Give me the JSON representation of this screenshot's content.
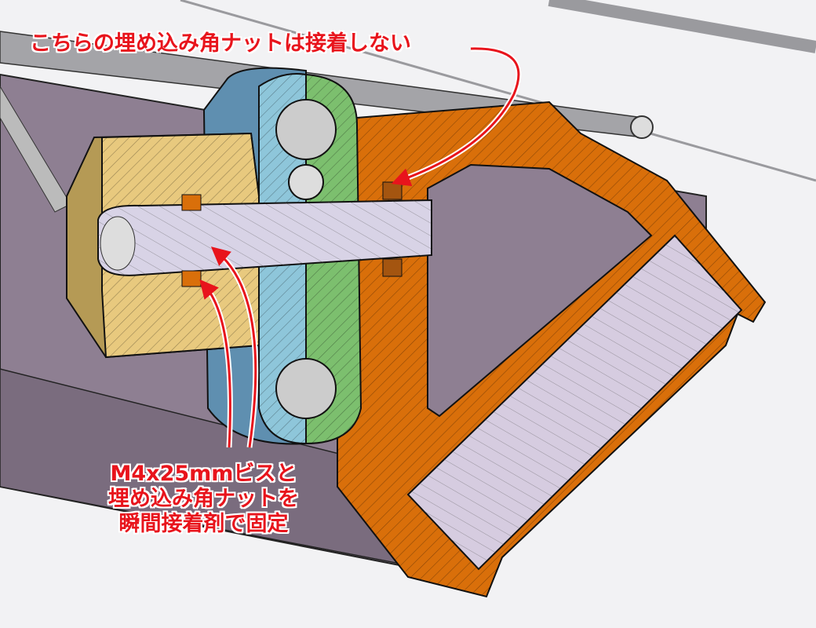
{
  "annotations": {
    "top_note": "こちらの埋め込み角ナットは接着しない",
    "bottom_note": [
      "M4x25mmビスと",
      "埋め込み角ナットを",
      "瞬間接着剤で固定"
    ]
  },
  "colors": {
    "annotation": "#e8141c",
    "bracket": "#d96f0a",
    "clamp_blue": "#8ec6da",
    "clamp_green": "#7cbf6e",
    "knob": "#e8c97e",
    "bolt": "#d8d3e6",
    "extrusion": "#8e7f92"
  }
}
